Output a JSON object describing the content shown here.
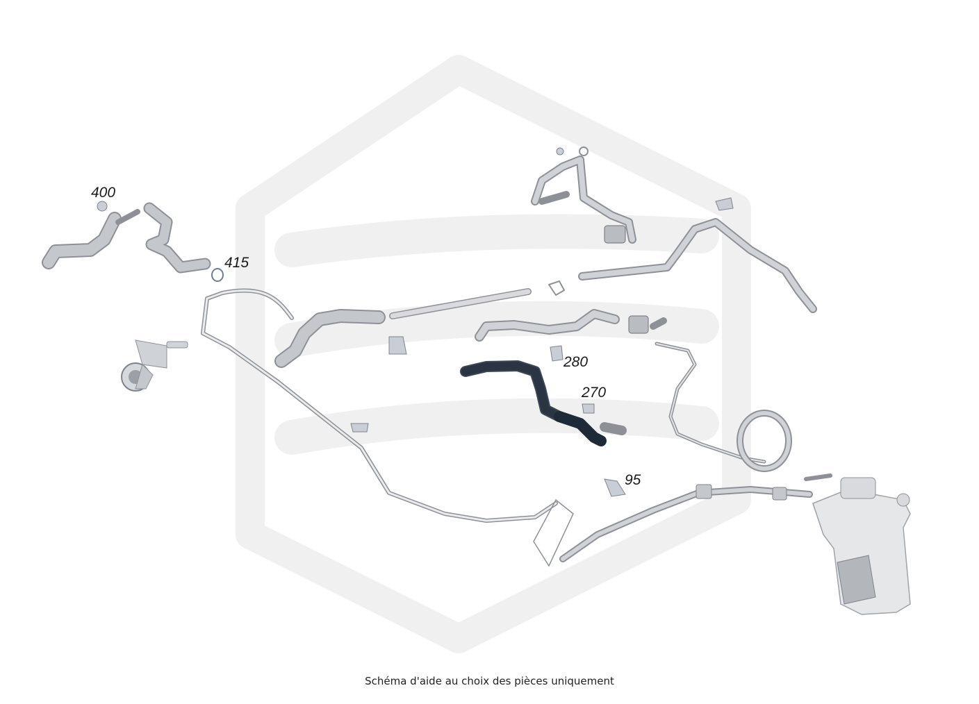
{
  "diagram": {
    "caption": "Schéma d'aide au choix des pièces uniquement",
    "colors": {
      "watermark": "#f0f0f0",
      "hose_grey": "#bfc2c6",
      "hose_outline": "#8d9197",
      "hose_dark": "#1f2a38",
      "clip_blue": "#c9d2de",
      "label": "#1a1a1a"
    },
    "watermark_icon": "hexagon-logo-watermark",
    "labels": [
      {
        "id": "400",
        "text": "400"
      },
      {
        "id": "415",
        "text": "415"
      },
      {
        "id": "280",
        "text": "280"
      },
      {
        "id": "270",
        "text": "270"
      },
      {
        "id": "95",
        "text": "95"
      }
    ]
  }
}
